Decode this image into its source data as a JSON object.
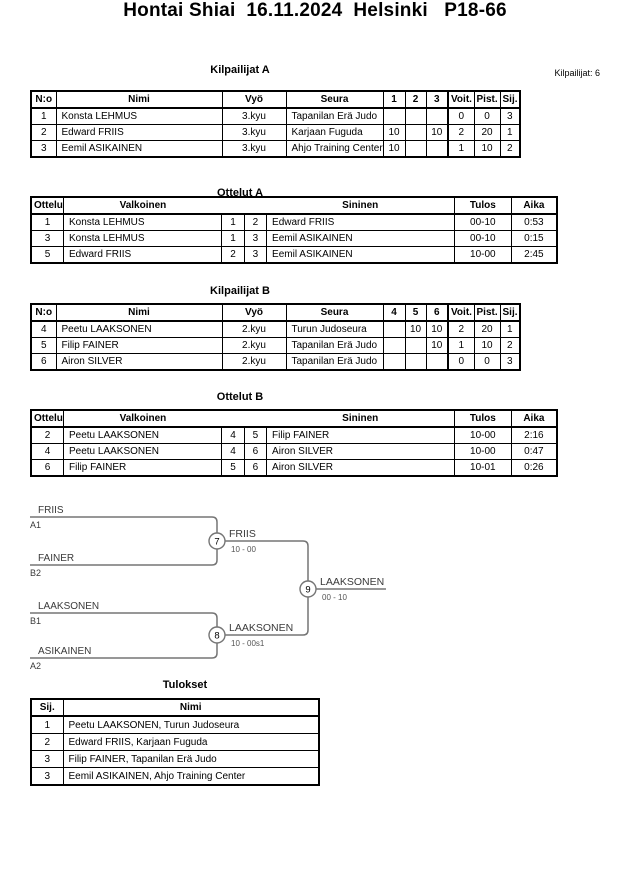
{
  "page": {
    "title": "Hontai Shiai  16.11.2024  Helsinki   P18-66",
    "competitors_note": "Kilpailijat: 6"
  },
  "pool_a": {
    "title": "Kilpailijat A",
    "headers": [
      "N:o",
      "Nimi",
      "Vyö",
      "Seura",
      "1",
      "2",
      "3",
      "Voit.",
      "Pist.",
      "Sij."
    ],
    "rows": [
      [
        "1",
        "Konsta LEHMUS",
        "3.kyu",
        "Tapanilan Erä Judo",
        "",
        "",
        "",
        "0",
        "0",
        "3"
      ],
      [
        "2",
        "Edward FRIIS",
        "3.kyu",
        "Karjaan Fuguda",
        "10",
        "",
        "10",
        "2",
        "20",
        "1"
      ],
      [
        "3",
        "Eemil ASIKAINEN",
        "3.kyu",
        "Ahjo Training Center",
        "10",
        "",
        "",
        "1",
        "10",
        "2"
      ]
    ]
  },
  "matches_a": {
    "title": "Ottelut A",
    "headers": [
      "Ottelu",
      "Valkoinen",
      "Sininen",
      "Tulos",
      "Aika"
    ],
    "rows": [
      [
        "1",
        "Konsta LEHMUS",
        "1",
        "2",
        "Edward FRIIS",
        "00-10",
        "0:53"
      ],
      [
        "3",
        "Konsta LEHMUS",
        "1",
        "3",
        "Eemil ASIKAINEN",
        "00-10",
        "0:15"
      ],
      [
        "5",
        "Edward FRIIS",
        "2",
        "3",
        "Eemil ASIKAINEN",
        "10-00",
        "2:45"
      ]
    ]
  },
  "pool_b": {
    "title": "Kilpailijat B",
    "headers": [
      "N:o",
      "Nimi",
      "Vyö",
      "Seura",
      "4",
      "5",
      "6",
      "Voit.",
      "Pist.",
      "Sij."
    ],
    "rows": [
      [
        "4",
        "Peetu LAAKSONEN",
        "2.kyu",
        "Turun Judoseura",
        "",
        "10",
        "10",
        "2",
        "20",
        "1"
      ],
      [
        "5",
        "Filip FAINER",
        "2.kyu",
        "Tapanilan Erä Judo",
        "",
        "",
        "10",
        "1",
        "10",
        "2"
      ],
      [
        "6",
        "Airon SILVER",
        "2.kyu",
        "Tapanilan Erä Judo",
        "",
        "",
        "",
        "0",
        "0",
        "3"
      ]
    ]
  },
  "matches_b": {
    "title": "Ottelut B",
    "headers": [
      "Ottelu",
      "Valkoinen",
      "Sininen",
      "Tulos",
      "Aika"
    ],
    "rows": [
      [
        "2",
        "Peetu LAAKSONEN",
        "4",
        "5",
        "Filip FAINER",
        "10-00",
        "2:16"
      ],
      [
        "4",
        "Peetu LAAKSONEN",
        "4",
        "6",
        "Airon SILVER",
        "10-00",
        "0:47"
      ],
      [
        "6",
        "Filip FAINER",
        "5",
        "6",
        "Airon SILVER",
        "10-01",
        "0:26"
      ]
    ]
  },
  "bracket": {
    "slots": [
      {
        "name": "FRIIS",
        "seed": "A1"
      },
      {
        "name": "FAINER",
        "seed": "B2"
      },
      {
        "name": "LAAKSONEN",
        "seed": "B1"
      },
      {
        "name": "ASIKAINEN",
        "seed": "A2"
      }
    ],
    "matches": [
      {
        "number": "7",
        "winner": "FRIIS",
        "score": "10 - 00"
      },
      {
        "number": "8",
        "winner": "LAAKSONEN",
        "score": "10 - 00s1"
      },
      {
        "number": "9",
        "winner": "LAAKSONEN",
        "score": "00 - 10"
      }
    ]
  },
  "results": {
    "title": "Tulokset",
    "headers": [
      "Sij.",
      "Nimi"
    ],
    "rows": [
      [
        "1",
        "Peetu LAAKSONEN, Turun Judoseura"
      ],
      [
        "2",
        "Edward FRIIS, Karjaan Fuguda"
      ],
      [
        "3",
        "Filip FAINER, Tapanilan Erä Judo"
      ],
      [
        "3",
        "Eemil ASIKAINEN, Ahjo Training Center"
      ]
    ]
  },
  "colors": {
    "grid_border": "#000000",
    "bracket_line": "#757575",
    "text": "#000000"
  }
}
